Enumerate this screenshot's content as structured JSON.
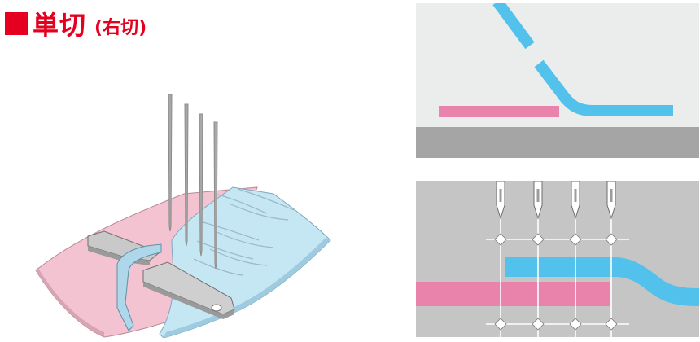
{
  "title": {
    "main": "単切",
    "sub": "(右切)"
  },
  "colors": {
    "accent_red": "#e60020",
    "fabric_pink": "#f4c3d1",
    "fabric_blue": "#bfe3f2",
    "stripe_pink": "#ea83ac",
    "stripe_blue": "#52c2ec",
    "panel_grey": "#ebedec",
    "base_grey": "#a5a5a5",
    "needle_grey": "#9c9c9c"
  },
  "diagram": {
    "illustration": "sewing-machine-single-cut-right-side",
    "needle_count": 4,
    "top_panel": "cross-section-single-cut",
    "bottom_panel": "stitch-plan-view"
  }
}
